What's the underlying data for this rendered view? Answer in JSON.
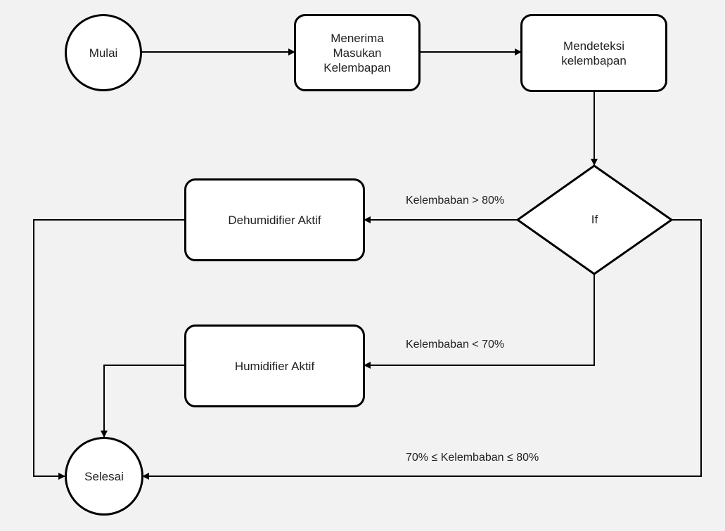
{
  "nodes": {
    "start": "Mulai",
    "receive_input": "Menerima\nMasukan\nKelembapan",
    "detect": "Mendeteksi\nkelembapan",
    "decision": "If",
    "dehumidifier": "Dehumidifier Aktif",
    "humidifier": "Humidifier Aktif",
    "end": "Selesai"
  },
  "edge_labels": {
    "high": "Kelembaban > 80%",
    "low": "Kelembaban < 70%",
    "normal": "70% ≤ Kelembaban ≤ 80%"
  },
  "colors": {
    "background": "#f2f2f2",
    "node_fill": "#ffffff",
    "stroke": "#000000"
  }
}
